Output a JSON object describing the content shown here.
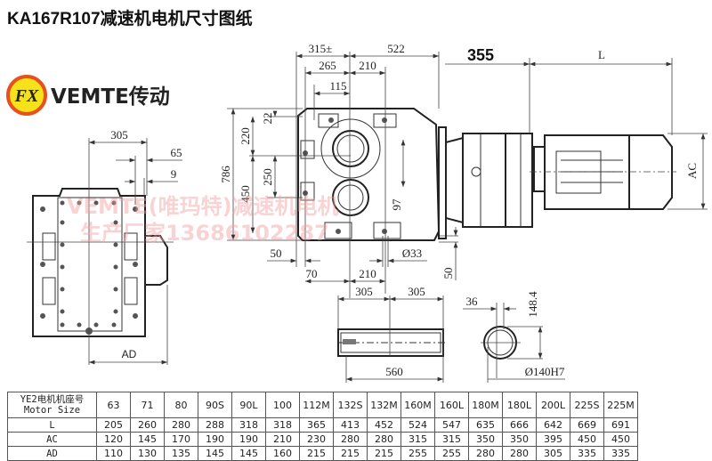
{
  "title": "KA167R107减速机电机尺寸图纸",
  "logo": {
    "brand": "VEMTE传动",
    "mark": "FX",
    "ring_color": "#e8501e",
    "fill_color": "#f5e21a"
  },
  "watermark": {
    "line1": "VEMTE(唯玛特)减速机电机",
    "line2": "生产厂家13686102287"
  },
  "dims": {
    "side_305": "305",
    "side_65": "65",
    "side_9": "9",
    "side_ad": "AD",
    "top_315": "315±",
    "top_522": "522",
    "top_265": "265",
    "top_210": "210",
    "top_115": "115",
    "v_786": "786",
    "v_220": "220",
    "v_450": "450",
    "v_22": "22",
    "v_250": "250",
    "v_97": "97",
    "b_50": "50",
    "b_70": "70",
    "b_210": "210",
    "b_d33": "Ø33",
    "b_50v": "50",
    "sh_305a": "305",
    "sh_305b": "305",
    "sh_560": "560",
    "m_355": "355",
    "m_L": "L",
    "m_AC": "AC",
    "c_36": "36",
    "c_148": "148.4",
    "c_d140": "Ø140H7"
  },
  "table": {
    "header_line1": "YE2电机机座号",
    "header_line2": "Motor Size",
    "sizes": [
      "63",
      "71",
      "80",
      "90S",
      "90L",
      "100",
      "112M",
      "132S",
      "132M",
      "160M",
      "160L",
      "180M",
      "180L",
      "200L",
      "225S",
      "225M"
    ],
    "rows": [
      {
        "label": "L",
        "values": [
          "205",
          "260",
          "280",
          "288",
          "318",
          "318",
          "365",
          "413",
          "452",
          "524",
          "547",
          "635",
          "666",
          "642",
          "669",
          "691"
        ]
      },
      {
        "label": "AC",
        "values": [
          "120",
          "145",
          "170",
          "190",
          "190",
          "210",
          "230",
          "280",
          "280",
          "315",
          "315",
          "350",
          "350",
          "395",
          "450",
          "450"
        ]
      },
      {
        "label": "AD",
        "values": [
          "110",
          "130",
          "135",
          "145",
          "145",
          "160",
          "215",
          "215",
          "215",
          "255",
          "255",
          "280",
          "280",
          "305",
          "335",
          "335"
        ]
      }
    ]
  }
}
